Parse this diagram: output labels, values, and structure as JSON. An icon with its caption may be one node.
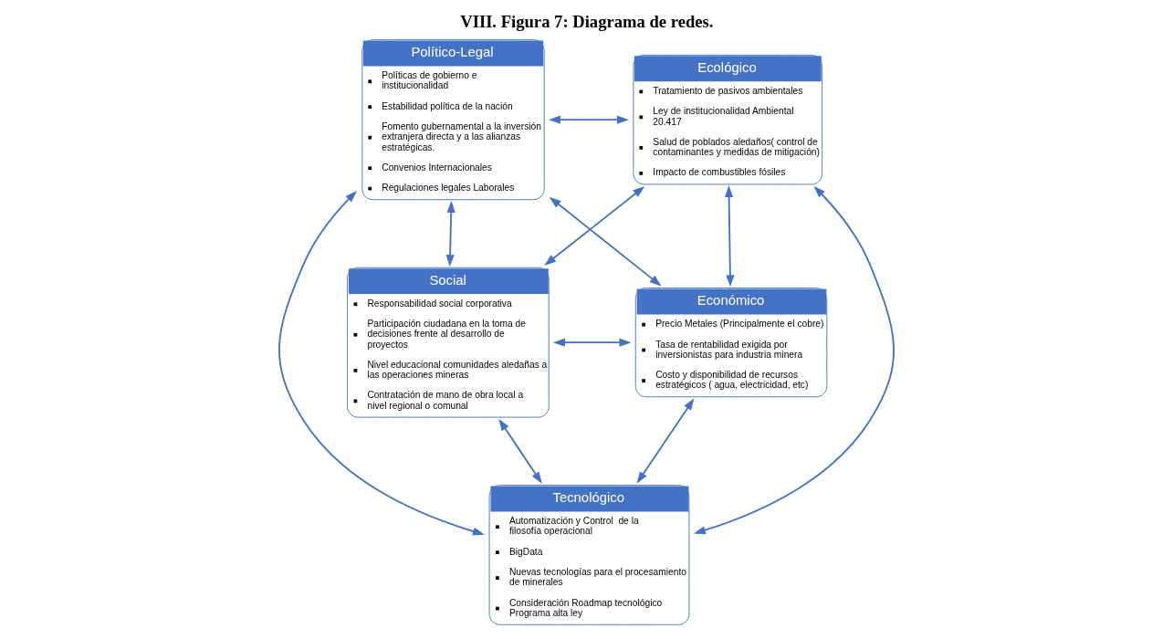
{
  "diagram": {
    "title": "VIII. Figura 7: Diagrama de redes.",
    "nodes": [
      {
        "text": [
          "Político-Legal",
          "Políticas de gobierno e institucionalidad",
          "Estabilidad política de la nación",
          "Fomento gubernamental a la inversión extranjera directa y a las alianzas estratégicas.",
          "Convenios Internacionales",
          "Regulaciones legales Laborales"
        ]
      },
      {
        "text": [
          "Ecológico",
          "Tratamiento de pasivos ambientales",
          "Ley de institucionalidad Ambiental 20.417",
          "Salud de poblados aledaños( control de contaminantes y medidas de mitigación)",
          "Impacto de combustibles fósiles"
        ]
      },
      {
        "text": [
          "Social",
          "Responsabilidad social corporativa",
          "Participación ciudadana en la toma de decisiones frente al desarrollo de proyectos",
          "Nivel educacional comunidades aledañas a las operaciones mineras",
          "Contratación de mano de obra local a nivel regional o comunal"
        ]
      },
      {
        "text": [
          "Económico",
          "Precio Metales (Principalmente el cobre)",
          "Tasa de rentabilidad exigida por inversionistas para industria minera",
          "Costo y disponibilidad de recursos estratégicos ( agua, electricidad, etc)"
        ]
      },
      {
        "text": [
          "Tecnológico",
          "Automatización y Control  de la filosofía operacional",
          "BigData",
          "Nuevas tecnologías para el procesamiento de minerales",
          "Consideración Roadmap tecnológico Programa alta ley"
        ]
      }
    ],
    "edges": [
      {
        "from": 0,
        "to": 1,
        "arrow": "both"
      },
      {
        "from": 0,
        "to": 2,
        "arrow": "both"
      },
      {
        "from": 0,
        "to": 4,
        "arrow": "both"
      },
      {
        "from": 0,
        "to": 3,
        "arrow": "both"
      },
      {
        "from": 1,
        "to": 2,
        "arrow": "both"
      },
      {
        "from": 1,
        "to": 4,
        "arrow": "both"
      },
      {
        "from": 1,
        "to": 3,
        "arrow": "both"
      },
      {
        "from": 2,
        "to": 3,
        "arrow": "both"
      },
      {
        "from": 2,
        "to": 4,
        "arrow": "both"
      },
      {
        "from": 3,
        "to": 4,
        "arrow": "both"
      }
    ]
  }
}
